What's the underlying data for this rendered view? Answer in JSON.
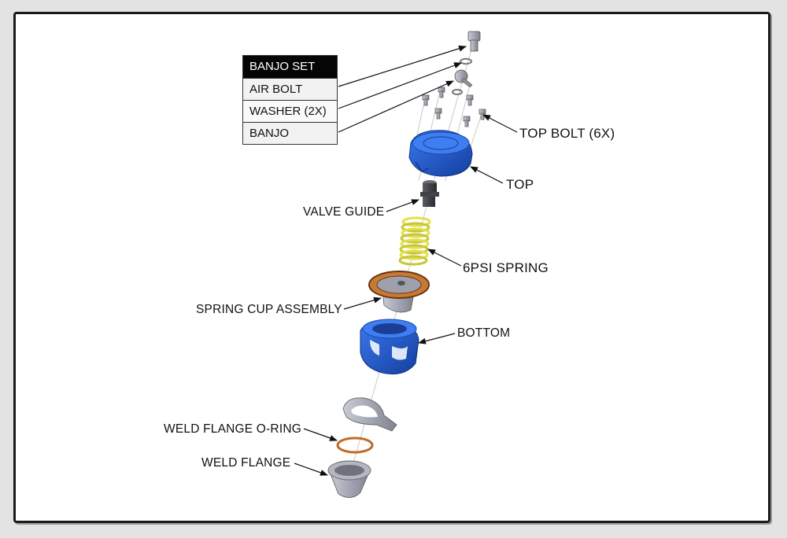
{
  "banjo_set": {
    "title": "BANJO SET",
    "items": [
      "AIR BOLT",
      "WASHER (2X)",
      "BANJO"
    ]
  },
  "labels": {
    "top_bolt": "TOP BOLT (6X)",
    "top": "TOP",
    "valve_guide": "VALVE GUIDE",
    "spring": "6PSI SPRING",
    "spring_cup": "SPRING CUP ASSEMBLY",
    "bottom": "BOTTOM",
    "oring": "WELD FLANGE O-RING",
    "weld_flange": "WELD FLANGE"
  },
  "colors": {
    "blue_part": "#1f55c8",
    "copper": "#b86a2a",
    "spring": "#e2e04a",
    "gray_part": "#a9acb8"
  }
}
